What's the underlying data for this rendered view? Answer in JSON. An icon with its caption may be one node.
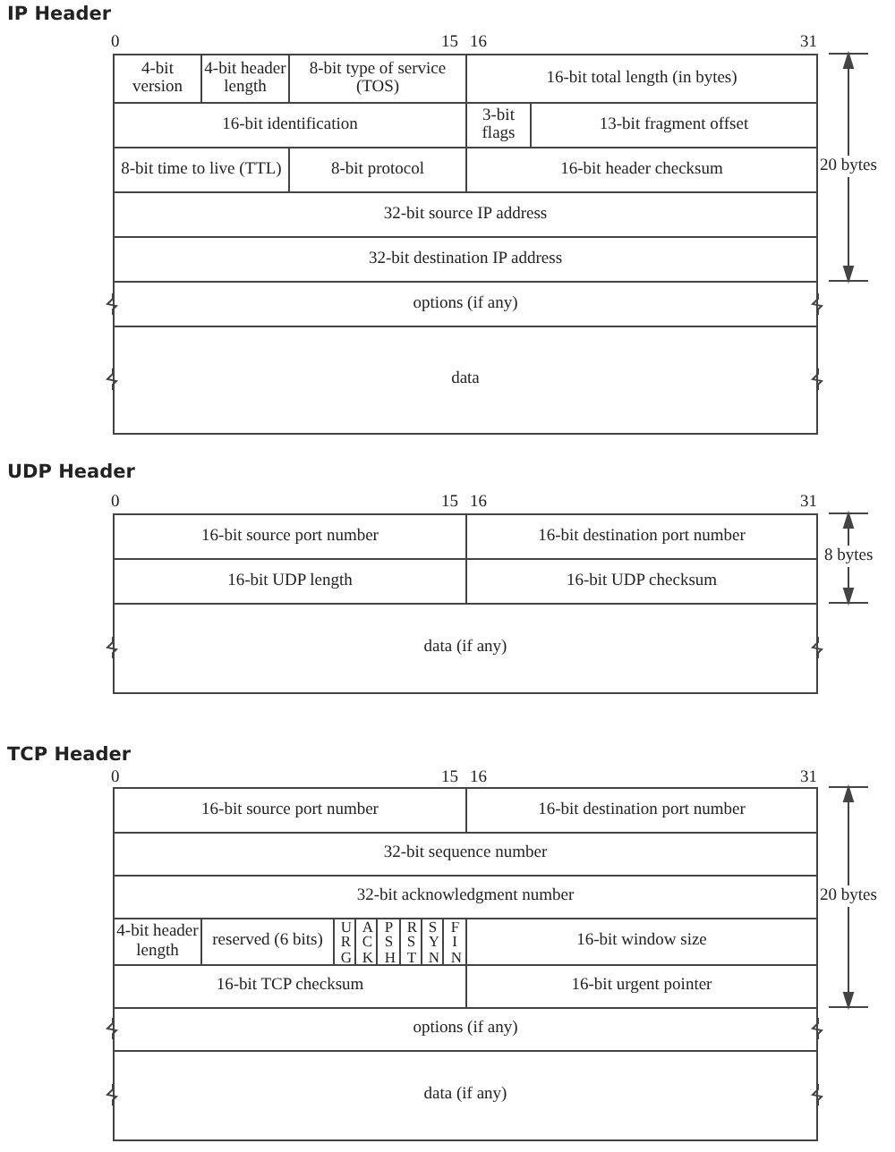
{
  "diagram": {
    "nodes": [
      {
        "text": [
          "4-bit version"
        ]
      },
      {
        "text": [
          "4-bit header length"
        ]
      },
      {
        "text": [
          "8-bit type of service (TOS)"
        ]
      },
      {
        "text": [
          "16-bit total length (in bytes)"
        ]
      },
      {
        "text": [
          "16-bit identification"
        ]
      },
      {
        "text": [
          "3-bit flags"
        ]
      },
      {
        "text": [
          "13-bit fragment offset"
        ]
      },
      {
        "text": [
          "8-bit time to live (TTL)"
        ]
      },
      {
        "text": [
          "8-bit protocol"
        ]
      },
      {
        "text": [
          "16-bit header checksum"
        ]
      },
      {
        "text": [
          "32-bit source IP address"
        ]
      },
      {
        "text": [
          "32-bit destination IP address"
        ]
      },
      {
        "text": [
          "options (if any)"
        ]
      },
      {
        "text": [
          "data"
        ]
      },
      {
        "text": [
          "16-bit source port number"
        ]
      },
      {
        "text": [
          "16-bit destination port number"
        ]
      },
      {
        "text": [
          "16-bit UDP length"
        ]
      },
      {
        "text": [
          "16-bit UDP checksum"
        ]
      },
      {
        "text": [
          "data (if any)"
        ]
      },
      {
        "text": [
          "16-bit source port number"
        ]
      },
      {
        "text": [
          "16-bit destination port number"
        ]
      },
      {
        "text": [
          "32-bit sequence number"
        ]
      },
      {
        "text": [
          "32-bit acknowledgment number"
        ]
      },
      {
        "text": [
          "4-bit header length"
        ]
      },
      {
        "text": [
          "reserved (6 bits)"
        ]
      },
      {
        "text": [
          "URG"
        ]
      },
      {
        "text": [
          "ACK"
        ]
      },
      {
        "text": [
          "PSH"
        ]
      },
      {
        "text": [
          "RST"
        ]
      },
      {
        "text": [
          "SYN"
        ]
      },
      {
        "text": [
          "FIN"
        ]
      },
      {
        "text": [
          "16-bit window size"
        ]
      },
      {
        "text": [
          "16-bit TCP checksum"
        ]
      },
      {
        "text": [
          "16-bit urgent pointer"
        ]
      },
      {
        "text": [
          "options (if any)"
        ]
      },
      {
        "text": [
          "data (if any)"
        ]
      }
    ],
    "labels": [
      "IP Header",
      "0",
      "15",
      "16",
      "31",
      "20 bytes",
      "UDP Header",
      "0",
      "15",
      "16",
      "31",
      "8 bytes",
      "TCP Header",
      "0",
      "15",
      "16",
      "31",
      "20 bytes"
    ]
  }
}
